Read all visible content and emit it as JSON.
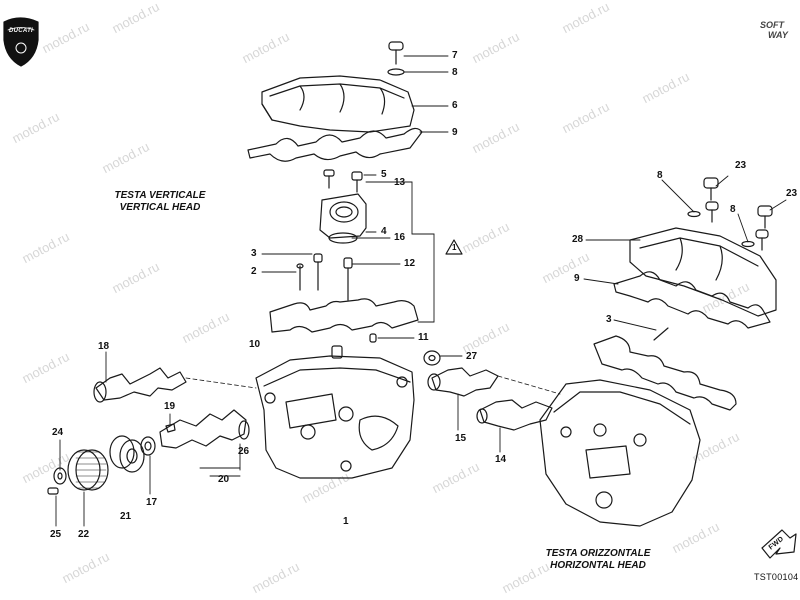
{
  "logo": {
    "text": "DUCATI"
  },
  "brand": {
    "top": "SOFT",
    "bottom": "WAY"
  },
  "watermark": "motod.ru",
  "titles": {
    "vertical_it": "TESTA VERTICALE",
    "vertical_en": "VERTICAL HEAD",
    "horizontal_it": "TESTA ORIZZONTALE",
    "horizontal_en": "HORIZONTAL HEAD"
  },
  "code": "TST00104",
  "fwd": "FWD",
  "note_symbol": "1",
  "callouts": [
    "7",
    "8",
    "6",
    "9",
    "5",
    "13",
    "4",
    "16",
    "3",
    "2",
    "12",
    "11",
    "10",
    "27",
    "1",
    "18",
    "19",
    "24",
    "17",
    "26",
    "20",
    "21",
    "22",
    "25",
    "15",
    "14",
    "8",
    "23",
    "8",
    "23",
    "28",
    "9",
    "3"
  ]
}
